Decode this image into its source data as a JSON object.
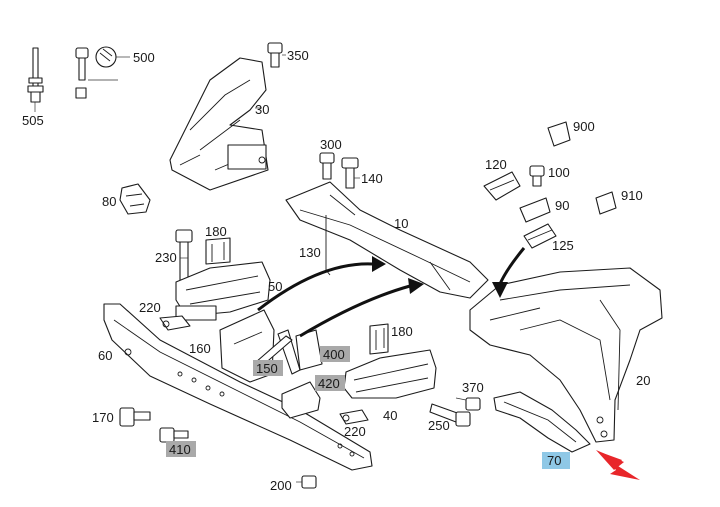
{
  "labels": {
    "p505": "505",
    "p500": "500",
    "p350": "350",
    "p30": "30",
    "p300": "300",
    "p140": "140",
    "p80": "80",
    "p10": "10",
    "p130": "130",
    "p900": "900",
    "p120": "120",
    "p100": "100",
    "p910": "910",
    "p90": "90",
    "p125": "125",
    "p180a": "180",
    "p230": "230",
    "p50": "50",
    "p220a": "220",
    "p60": "60",
    "p160": "160",
    "p150": "150",
    "p400": "400",
    "p420": "420",
    "p180b": "180",
    "p370": "370",
    "p40": "40",
    "p250": "250",
    "p220b": "220",
    "p20": "20",
    "p170": "170",
    "p410": "410",
    "p70": "70",
    "p200": "200"
  },
  "colors": {
    "highlight_gray": "#a9a9a9",
    "highlight_blue": "#8fc8e6",
    "arrow_red": "#e8262a",
    "line": "#1c1c1c"
  }
}
